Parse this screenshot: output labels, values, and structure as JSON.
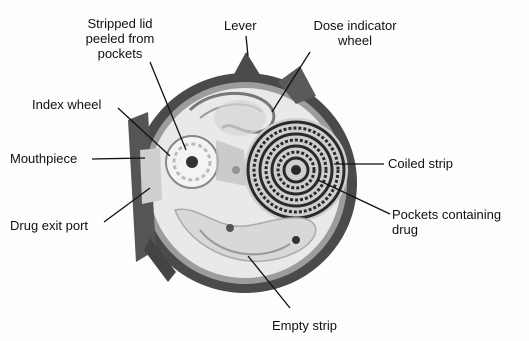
{
  "labels": {
    "stripped_lid_line1": "Stripped lid",
    "stripped_lid_line2": "peeled from",
    "stripped_lid_line3": "pockets",
    "lever": "Lever",
    "dose_indicator_line1": "Dose indicator",
    "dose_indicator_line2": "wheel",
    "index_wheel": "Index wheel",
    "mouthpiece": "Mouthpiece",
    "drug_exit_port": "Drug exit port",
    "coiled_strip": "Coiled strip",
    "pockets_line1": "Pockets containing",
    "pockets_line2": "drug",
    "empty_strip": "Empty strip"
  },
  "colors": {
    "background": "#fdfdfd",
    "casing": "#3a3a3a",
    "interior": "#e6e6e6",
    "coil": "#2a2a2a",
    "leader": "#111111"
  }
}
